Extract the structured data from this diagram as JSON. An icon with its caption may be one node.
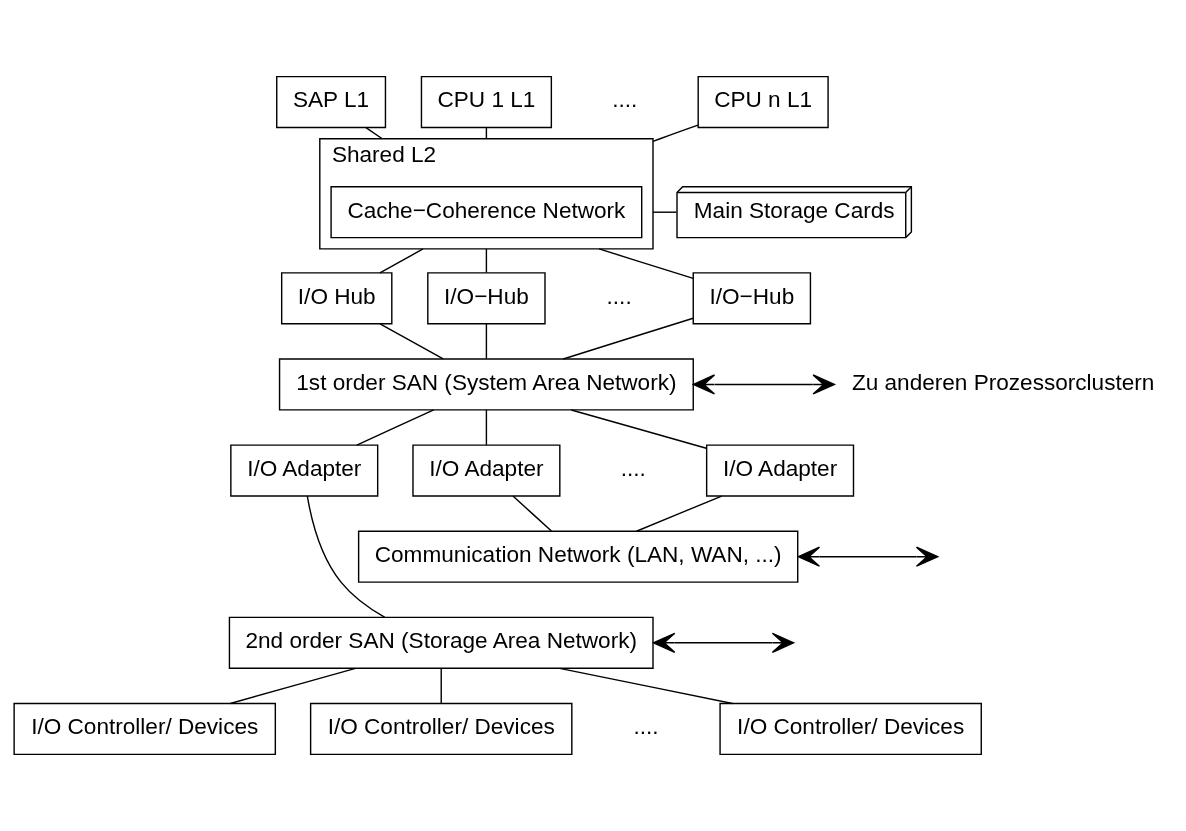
{
  "diagram": {
    "nodes": [
      {
        "text": [
          "SAP L1"
        ]
      },
      {
        "text": [
          "CPU 1 L1"
        ]
      },
      {
        "text": [
          "CPU n L1"
        ]
      },
      {
        "text": [
          "Shared L2"
        ]
      },
      {
        "text": [
          "Cache−Coherence Network"
        ],
        "in": 3
      },
      {
        "text": [
          "Main Storage Cards"
        ]
      },
      {
        "text": [
          "I/O Hub"
        ]
      },
      {
        "text": [
          "I/O−Hub"
        ]
      },
      {
        "text": [
          "I/O−Hub"
        ]
      },
      {
        "text": [
          "1st order SAN (System Area Network)"
        ]
      },
      {
        "text": [
          "Zu anderen Prozessorclustern"
        ]
      },
      {
        "text": [
          "I/O Adapter"
        ]
      },
      {
        "text": [
          "I/O Adapter"
        ]
      },
      {
        "text": [
          "I/O Adapter"
        ]
      },
      {
        "text": [
          "Communication Network (LAN, WAN, ...)"
        ]
      },
      {
        "text": [
          "2nd order SAN (Storage Area Network)"
        ]
      },
      {
        "text": [
          "I/O Controller/ Devices"
        ]
      },
      {
        "text": [
          "I/O Controller/ Devices"
        ]
      },
      {
        "text": [
          "I/O Controller/ Devices"
        ]
      }
    ],
    "edges": [
      {
        "from": 0,
        "to": 3,
        "arrow": "none"
      },
      {
        "from": 1,
        "to": 3,
        "arrow": "none"
      },
      {
        "from": 2,
        "to": 3,
        "arrow": "none"
      },
      {
        "from": 3,
        "to": 5,
        "arrow": "none"
      },
      {
        "from": 3,
        "to": 6,
        "arrow": "none"
      },
      {
        "from": 3,
        "to": 7,
        "arrow": "none"
      },
      {
        "from": 3,
        "to": 8,
        "arrow": "none"
      },
      {
        "from": 6,
        "to": 9,
        "arrow": "none"
      },
      {
        "from": 7,
        "to": 9,
        "arrow": "none"
      },
      {
        "from": 8,
        "to": 9,
        "arrow": "none"
      },
      {
        "from": 9,
        "to": 10,
        "arrow": "both"
      },
      {
        "from": 9,
        "to": 11,
        "arrow": "none"
      },
      {
        "from": 9,
        "to": 12,
        "arrow": "none"
      },
      {
        "from": 9,
        "to": 13,
        "arrow": "none"
      },
      {
        "from": 11,
        "to": 15,
        "arrow": "none"
      },
      {
        "from": 12,
        "to": 14,
        "arrow": "none"
      },
      {
        "from": 13,
        "to": 14,
        "arrow": "none"
      },
      {
        "from": 14,
        "to": null,
        "arrow": "both"
      },
      {
        "from": 15,
        "to": null,
        "arrow": "both"
      },
      {
        "from": 15,
        "to": 16,
        "arrow": "none"
      },
      {
        "from": 15,
        "to": 17,
        "arrow": "none"
      },
      {
        "from": 15,
        "to": 18,
        "arrow": "none"
      }
    ],
    "labels": [
      "....",
      "....",
      "....",
      "...."
    ]
  }
}
